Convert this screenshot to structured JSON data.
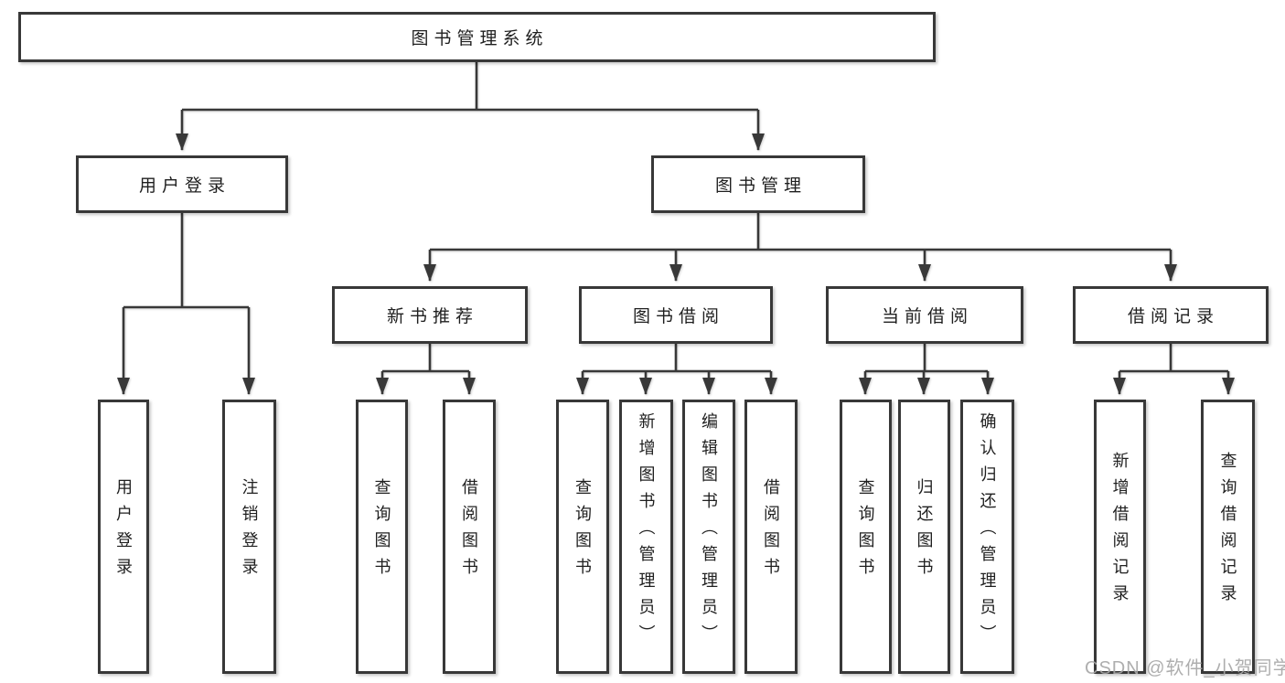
{
  "diagram": {
    "root": {
      "label": "图书管理系统"
    },
    "branches": [
      {
        "label": "用户登录",
        "children": [
          {
            "label": "用户登录"
          },
          {
            "label": "注销登录"
          }
        ]
      },
      {
        "label": "图书管理",
        "children": [
          {
            "label": "新书推荐",
            "children": [
              {
                "label": "查询图书"
              },
              {
                "label": "借阅图书"
              }
            ]
          },
          {
            "label": "图书借阅",
            "children": [
              {
                "label": "查询图书"
              },
              {
                "label": "新增图书（管理员）"
              },
              {
                "label": "编辑图书（管理员）"
              },
              {
                "label": "借阅图书"
              }
            ]
          },
          {
            "label": "当前借阅",
            "children": [
              {
                "label": "查询图书"
              },
              {
                "label": "归还图书"
              },
              {
                "label": "确认归还（管理员）"
              }
            ]
          },
          {
            "label": "借阅记录",
            "children": [
              {
                "label": "新增借阅记录"
              },
              {
                "label": "查询借阅记录"
              }
            ]
          }
        ]
      }
    ]
  },
  "watermark": {
    "text": "CSDN @软件_小贺同学"
  },
  "colors": {
    "line": "#383838",
    "text": "#1f1f1f",
    "box_fill": "#ffffff",
    "watermark": "#a6a6a6",
    "background": "#ffffff"
  }
}
